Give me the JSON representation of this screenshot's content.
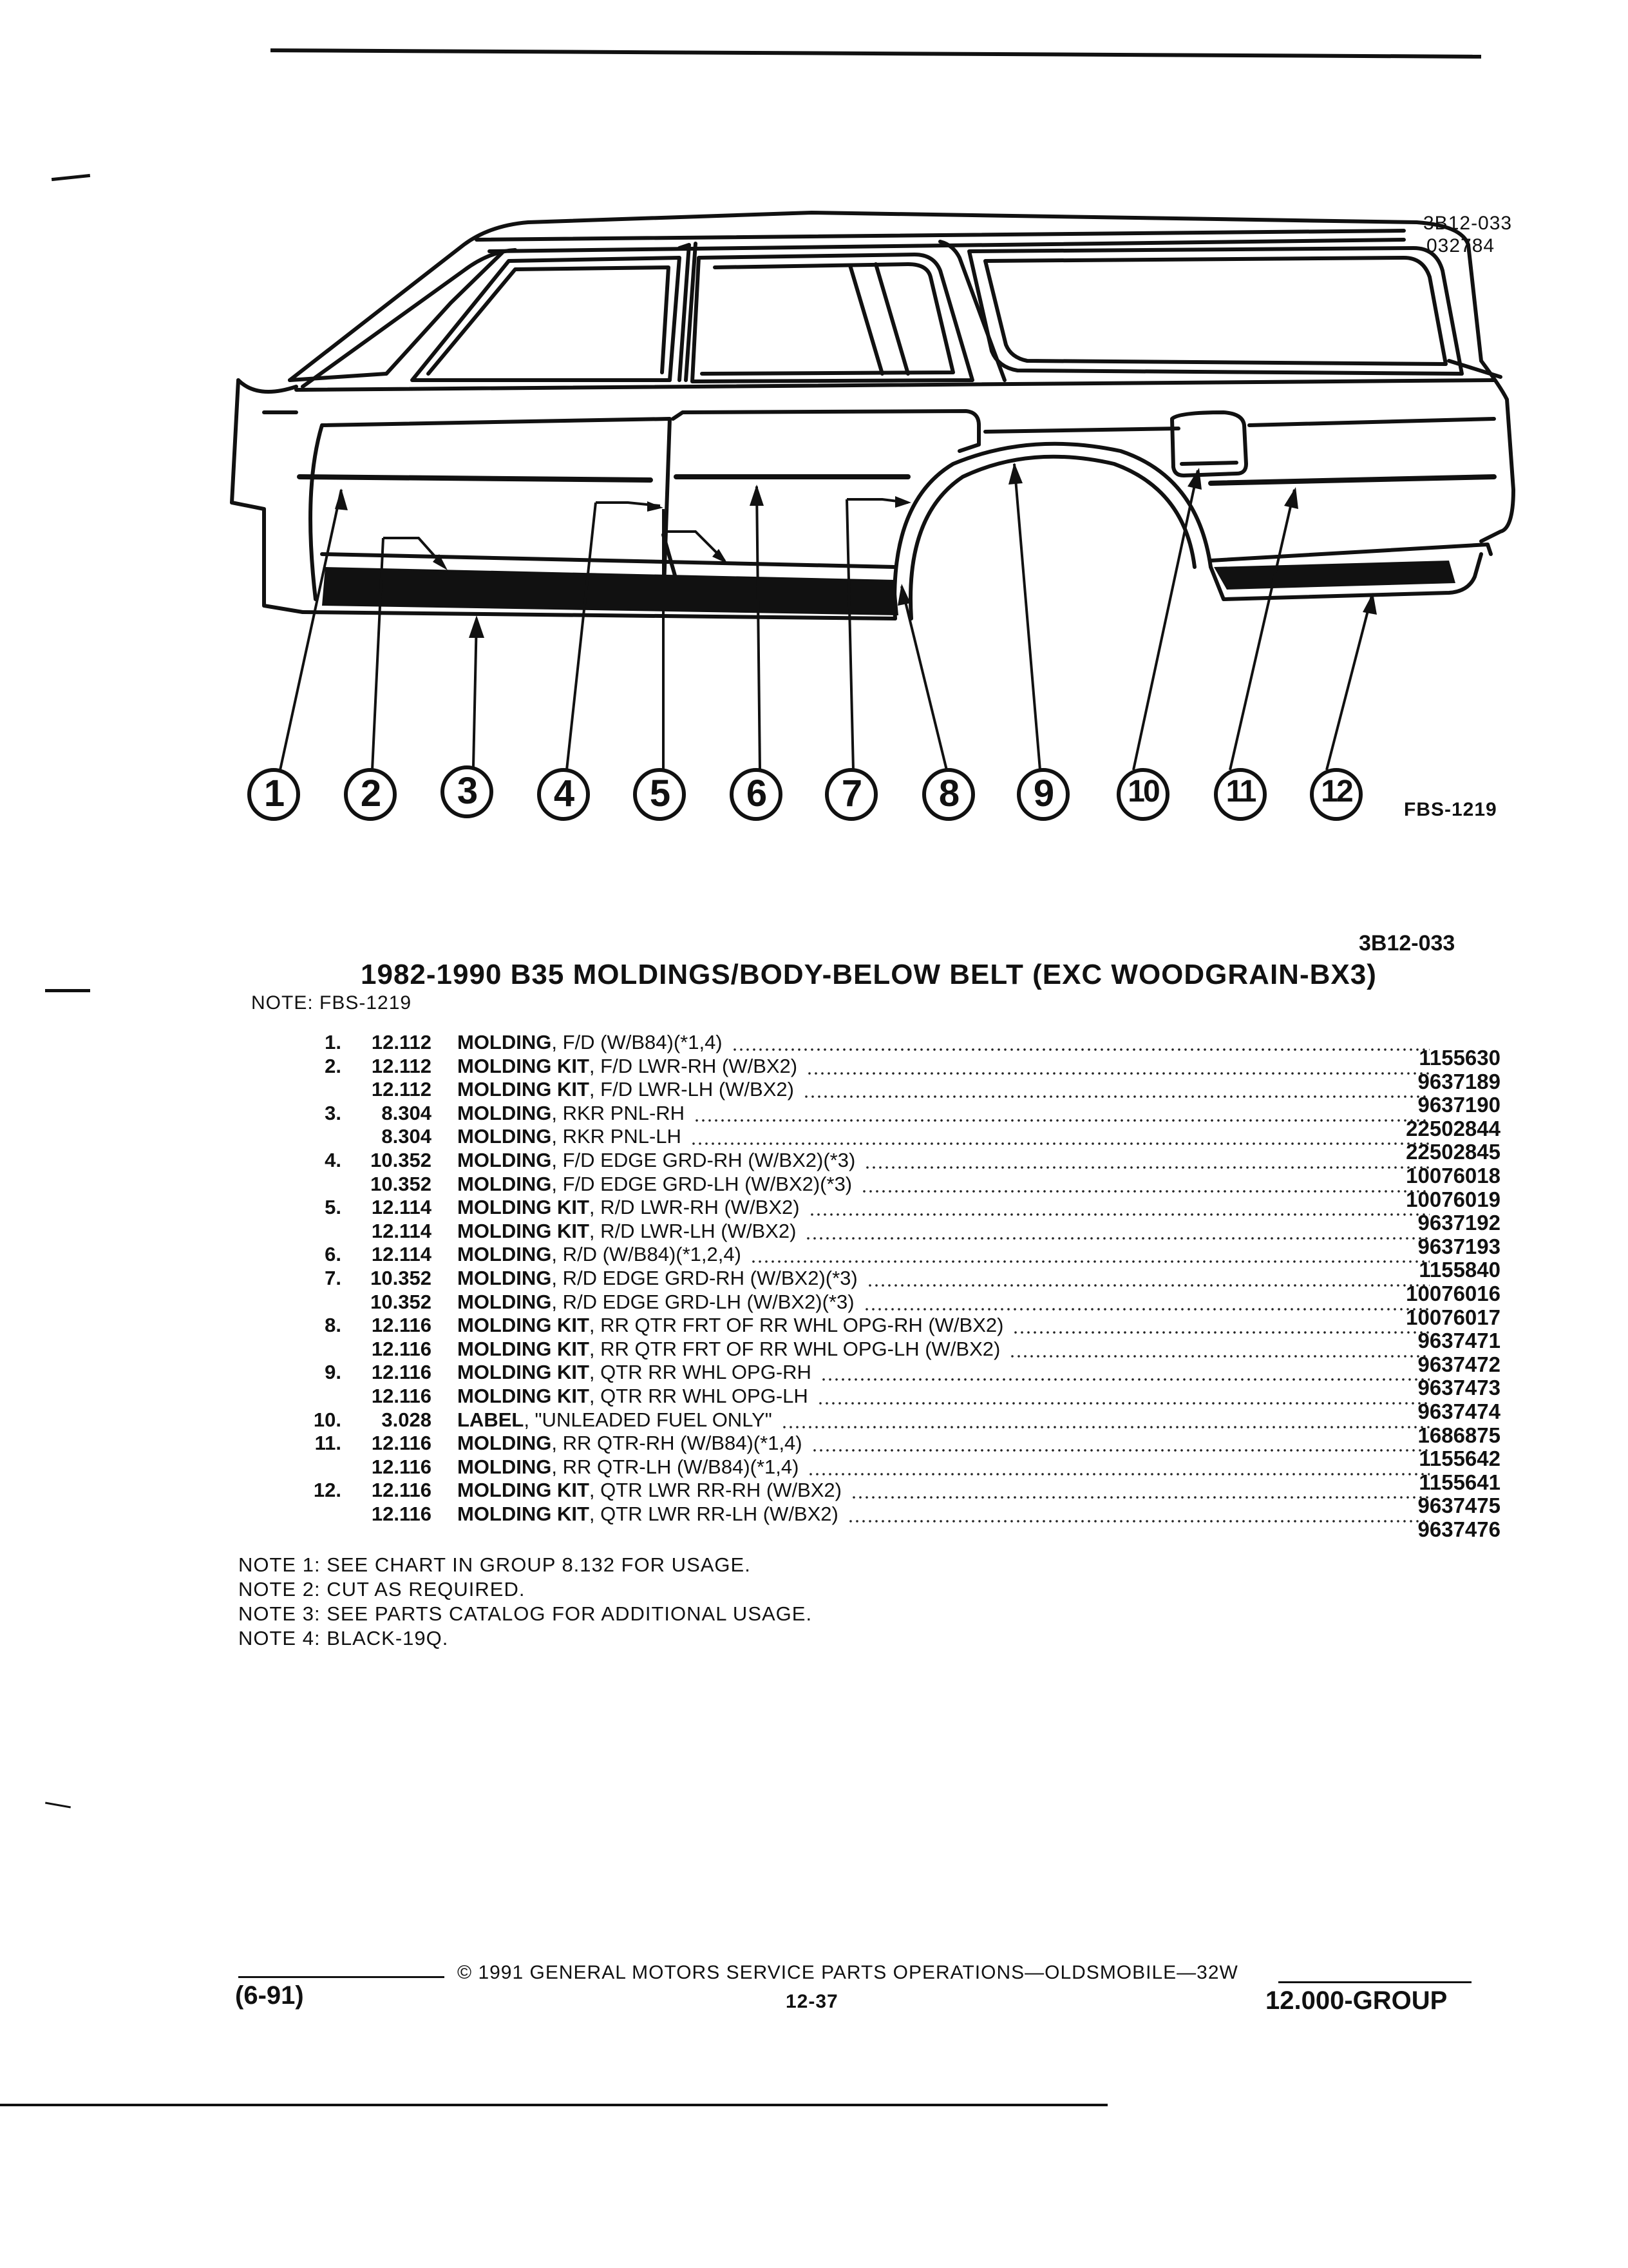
{
  "diagram": {
    "illustration_code": "3B12-033",
    "illustration_date": "032784",
    "figure_ref": "FBS-1219",
    "callouts": [
      "1",
      "2",
      "3",
      "4",
      "5",
      "6",
      "7",
      "8",
      "9",
      "10",
      "11",
      "12"
    ]
  },
  "header": {
    "section_code": "3B12-033",
    "title": "1982-1990 B35 MOLDINGS/BODY-BELOW BELT (EXC WOODGRAIN-BX3)",
    "note": "NOTE:  FBS-1219"
  },
  "parts": [
    {
      "num": "1.",
      "group": "12.112",
      "name": "MOLDING",
      "desc": ", F/D (W/B84)(*1,4)",
      "part_no": "1155630"
    },
    {
      "num": "2.",
      "group": "12.112",
      "name": "MOLDING KIT",
      "desc": ", F/D LWR-RH (W/BX2)",
      "part_no": "9637189"
    },
    {
      "num": "",
      "group": "12.112",
      "name": "MOLDING KIT",
      "desc": ", F/D LWR-LH (W/BX2)",
      "part_no": "9637190"
    },
    {
      "num": "3.",
      "group": "8.304",
      "name": "MOLDING",
      "desc": ", RKR PNL-RH",
      "part_no": "22502844"
    },
    {
      "num": "",
      "group": "8.304",
      "name": "MOLDING",
      "desc": ", RKR PNL-LH",
      "part_no": "22502845"
    },
    {
      "num": "4.",
      "group": "10.352",
      "name": "MOLDING",
      "desc": ", F/D EDGE GRD-RH (W/BX2)(*3)",
      "part_no": "10076018"
    },
    {
      "num": "",
      "group": "10.352",
      "name": "MOLDING",
      "desc": ", F/D EDGE GRD-LH (W/BX2)(*3)",
      "part_no": "10076019"
    },
    {
      "num": "5.",
      "group": "12.114",
      "name": "MOLDING KIT",
      "desc": ", R/D LWR-RH (W/BX2)",
      "part_no": "9637192"
    },
    {
      "num": "",
      "group": "12.114",
      "name": "MOLDING KIT",
      "desc": ", R/D LWR-LH (W/BX2)",
      "part_no": "9637193"
    },
    {
      "num": "6.",
      "group": "12.114",
      "name": "MOLDING",
      "desc": ", R/D (W/B84)(*1,2,4)",
      "part_no": "1155840"
    },
    {
      "num": "7.",
      "group": "10.352",
      "name": "MOLDING",
      "desc": ", R/D EDGE GRD-RH (W/BX2)(*3)",
      "part_no": "10076016"
    },
    {
      "num": "",
      "group": "10.352",
      "name": "MOLDING",
      "desc": ", R/D EDGE GRD-LH (W/BX2)(*3)",
      "part_no": "10076017"
    },
    {
      "num": "8.",
      "group": "12.116",
      "name": "MOLDING KIT",
      "desc": ", RR QTR FRT OF RR WHL OPG-RH (W/BX2)",
      "part_no": "9637471"
    },
    {
      "num": "",
      "group": "12.116",
      "name": "MOLDING KIT",
      "desc": ", RR QTR FRT OF RR WHL OPG-LH (W/BX2)",
      "part_no": "9637472"
    },
    {
      "num": "9.",
      "group": "12.116",
      "name": "MOLDING KIT",
      "desc": ", QTR RR WHL OPG-RH",
      "part_no": "9637473"
    },
    {
      "num": "",
      "group": "12.116",
      "name": "MOLDING KIT",
      "desc": ", QTR RR WHL OPG-LH",
      "part_no": "9637474"
    },
    {
      "num": "10.",
      "group": "3.028",
      "name": "LABEL",
      "desc": ", \"UNLEADED FUEL ONLY\"",
      "part_no": "1686875"
    },
    {
      "num": "11.",
      "group": "12.116",
      "name": "MOLDING",
      "desc": ", RR QTR-RH (W/B84)(*1,4)",
      "part_no": "1155642"
    },
    {
      "num": "",
      "group": "12.116",
      "name": "MOLDING",
      "desc": ", RR QTR-LH (W/B84)(*1,4)",
      "part_no": "1155641"
    },
    {
      "num": "12.",
      "group": "12.116",
      "name": "MOLDING KIT",
      "desc": ", QTR LWR RR-RH (W/BX2)",
      "part_no": "9637475"
    },
    {
      "num": "",
      "group": "12.116",
      "name": "MOLDING KIT",
      "desc": ", QTR LWR RR-LH (W/BX2)",
      "part_no": "9637476"
    }
  ],
  "notes": [
    "NOTE  1:  SEE CHART IN GROUP 8.132 FOR USAGE.",
    "NOTE  2:  CUT AS REQUIRED.",
    "NOTE  3:  SEE PARTS CATALOG FOR ADDITIONAL USAGE.",
    "NOTE  4:  BLACK-19Q."
  ],
  "footer": {
    "date": "(6-91)",
    "copyright": "©  1991  GENERAL MOTORS SERVICE PARTS OPERATIONS—OLDSMOBILE—32W",
    "page": "12-37",
    "group": "12.000-GROUP"
  }
}
